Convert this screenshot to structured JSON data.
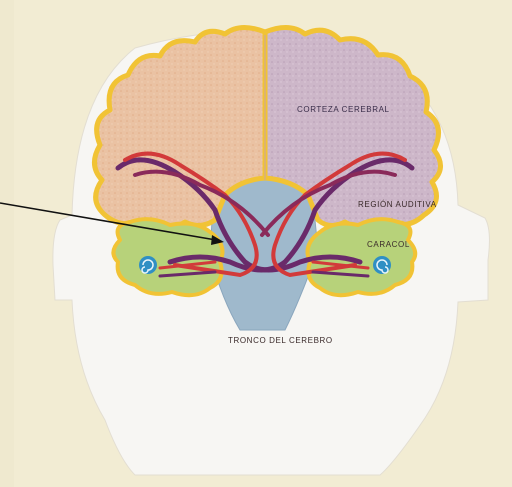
{
  "labels": {
    "cortex": "CORTEZA CEREBRAL",
    "auditory_region": "REGIÓN AUDITIVA",
    "cochlea": "CARACOL",
    "brainstem": "TRONCO DEL CEREBRO"
  },
  "colors": {
    "background": "#f2ecd3",
    "head": "#f7f6f3",
    "left_cortex": "#eac2a3",
    "right_cortex": "#cdb7c9",
    "outline_yellow": "#f1c335",
    "temporal_green": "#b7d27a",
    "brainstem_blue": "#9fb9cc",
    "pathway_red": "#d23a3a",
    "pathway_purple": "#6a2a6a",
    "cochlea_blue": "#2f8fc4"
  }
}
